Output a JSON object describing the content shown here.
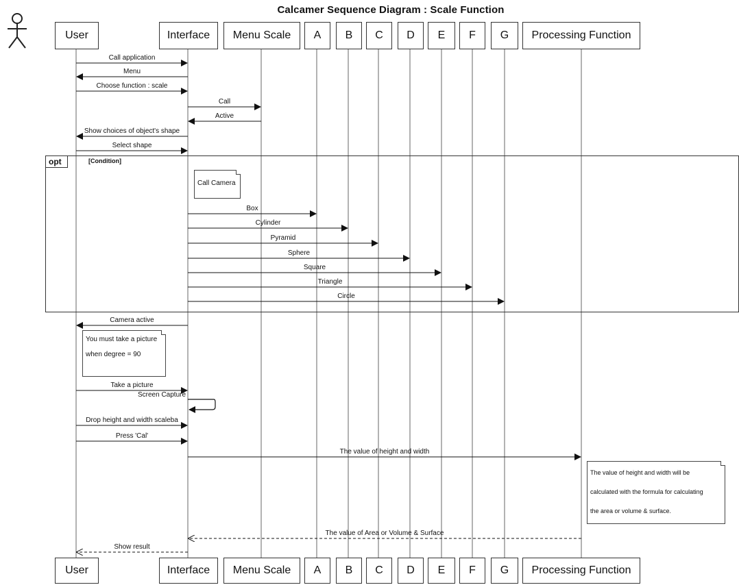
{
  "title": "Calcamer Sequence Diagram : Scale Function",
  "actor_icon": "stick-figure-actor-icon",
  "participants": {
    "user": "User",
    "interface": "Interface",
    "menu_scale": "Menu Scale",
    "a": "A",
    "b": "B",
    "c": "C",
    "d": "D",
    "e": "E",
    "f": "F",
    "g": "G",
    "processing": "Processing Function"
  },
  "frame": {
    "operator": "opt",
    "guard": "[Condition]"
  },
  "notes": {
    "call_camera": "Call Camera",
    "degree_line1": "You must take a picture",
    "degree_line2": "when degree = 90",
    "calc_line1": "The value of height and width will be",
    "calc_line2": "calculated with the formula for calculating",
    "calc_line3": "the area or volume & surface."
  },
  "messages": [
    {
      "label": "Call application",
      "from": "user",
      "to": "interface",
      "style": "sync"
    },
    {
      "label": "Menu",
      "from": "interface",
      "to": "user",
      "style": "sync"
    },
    {
      "label": "Choose function : scale",
      "from": "user",
      "to": "interface",
      "style": "sync"
    },
    {
      "label": "Call",
      "from": "interface",
      "to": "menu_scale",
      "style": "sync"
    },
    {
      "label": "Active",
      "from": "menu_scale",
      "to": "interface",
      "style": "sync"
    },
    {
      "label": "Show choices of object's shape",
      "from": "interface",
      "to": "user",
      "style": "sync"
    },
    {
      "label": "Select shape",
      "from": "user",
      "to": "interface",
      "style": "sync"
    },
    {
      "label": "Box",
      "from": "interface",
      "to": "a",
      "style": "sync"
    },
    {
      "label": "Cylinder",
      "from": "interface",
      "to": "b",
      "style": "sync"
    },
    {
      "label": "Pyramid",
      "from": "interface",
      "to": "c",
      "style": "sync"
    },
    {
      "label": "Sphere",
      "from": "interface",
      "to": "d",
      "style": "sync"
    },
    {
      "label": "Square",
      "from": "interface",
      "to": "e",
      "style": "sync"
    },
    {
      "label": "Triangle",
      "from": "interface",
      "to": "f",
      "style": "sync"
    },
    {
      "label": "Circle",
      "from": "interface",
      "to": "g",
      "style": "sync"
    },
    {
      "label": "Camera active",
      "from": "interface",
      "to": "user",
      "style": "sync"
    },
    {
      "label": "Take a picture",
      "from": "user",
      "to": "interface",
      "style": "sync"
    },
    {
      "label": "Screen Capture",
      "from": "interface",
      "to": "interface",
      "style": "self"
    },
    {
      "label": "Drop height and width scaleba",
      "from": "user",
      "to": "interface",
      "style": "sync"
    },
    {
      "label": "Press 'Cal'",
      "from": "user",
      "to": "interface",
      "style": "sync"
    },
    {
      "label": "The value of height and width",
      "from": "interface",
      "to": "processing",
      "style": "sync"
    },
    {
      "label": "The value of Area or Volume & Surface",
      "from": "processing",
      "to": "interface",
      "style": "return"
    },
    {
      "label": "Show result",
      "from": "interface",
      "to": "user",
      "style": "return"
    }
  ]
}
